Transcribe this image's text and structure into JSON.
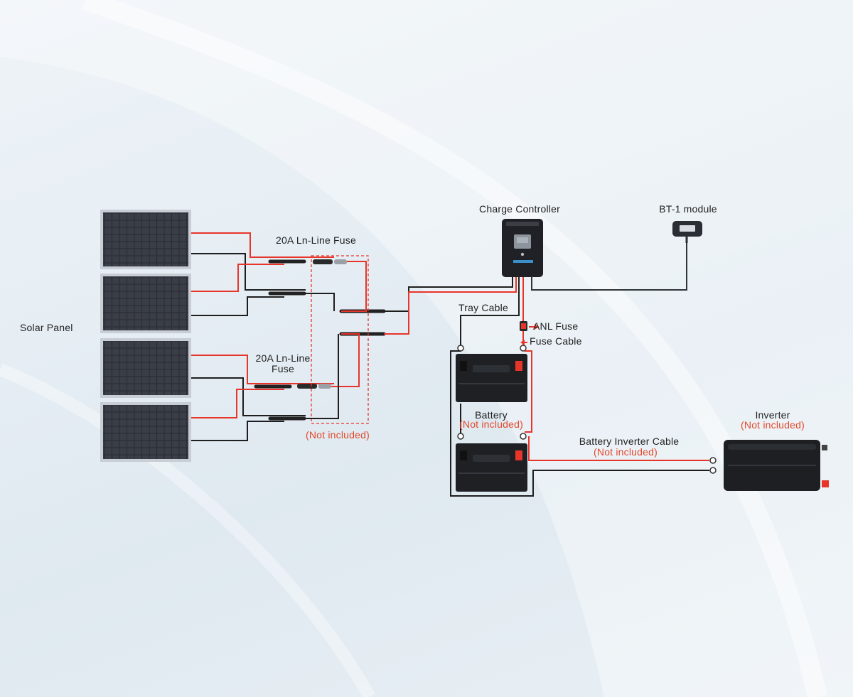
{
  "labels": {
    "solar_panel": "Solar Panel",
    "fuse_top": "20A Ln-Line Fuse",
    "fuse_mid_line1": "20A Ln-Line",
    "fuse_mid_line2": "Fuse",
    "fuse_not_included": "(Not included)",
    "charge_controller": "Charge Controller",
    "bt_module": "BT-1 module",
    "tray_cable": "Tray Cable",
    "anl_fuse": "ANL Fuse",
    "fuse_cable": "Fuse Cable",
    "battery": "Battery",
    "battery_not_included": "(Not included)",
    "battery_inverter_cable": "Battery Inverter Cable",
    "battery_inverter_cable_not_included": "(Not included)",
    "inverter": "Inverter",
    "inverter_not_included": "(Not included)"
  },
  "colors": {
    "positive_wire": "#e8352a",
    "negative_wire": "#1e1e1e",
    "note_red": "#e4482b",
    "panel_dark": "#2a2d33",
    "device_dark": "#1f2126"
  }
}
